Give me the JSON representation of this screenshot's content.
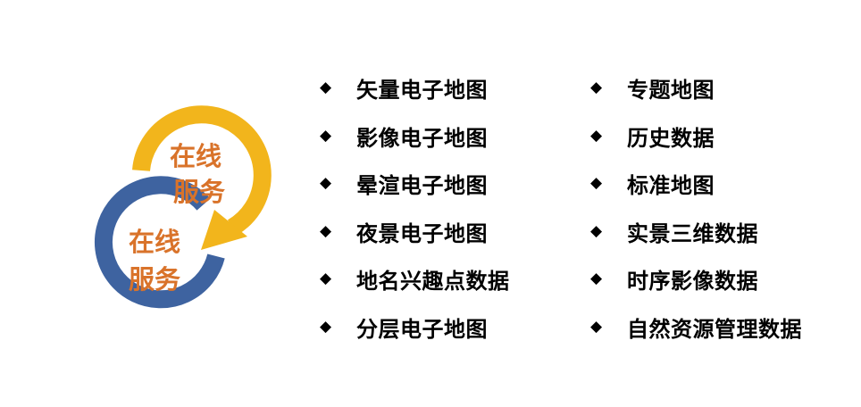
{
  "logo": {
    "front_line1": "在线",
    "front_line2": "服务",
    "back_line1": "在线",
    "back_line2": "服务",
    "colors": {
      "yellow": "#F2B51C",
      "blue": "#3E63A0",
      "text": "#D9732A"
    }
  },
  "services_left": [
    "矢量电子地图",
    "影像电子地图",
    "晕渲电子地图",
    "夜景电子地图",
    "地名兴趣点数据",
    "分层电子地图"
  ],
  "services_right": [
    "专题地图",
    "历史数据",
    "标准地图",
    "实景三维数据",
    "时序影像数据",
    "自然资源管理数据"
  ],
  "bullet_icon": "diamond-icon"
}
